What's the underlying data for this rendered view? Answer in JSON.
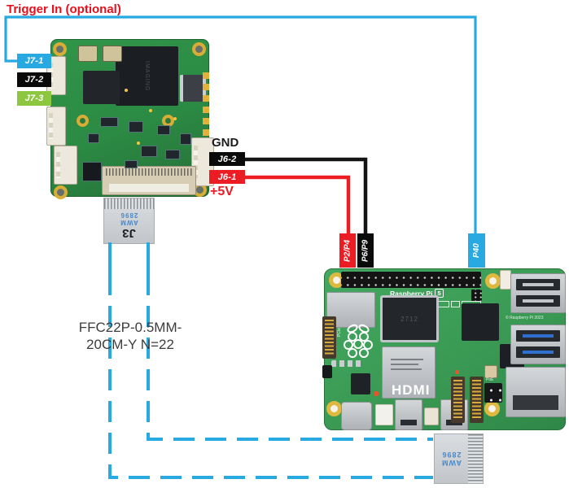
{
  "colors": {
    "wire_blue": "#29a9e1",
    "wire_red": "#ec1c24",
    "wire_black": "#141414",
    "label_green": "#8dc63f",
    "trigger_text_red": "#e8101c",
    "camera_board_green": "#2e9147",
    "pi_board_green": "#3fa45c"
  },
  "annotations": {
    "trigger": "Trigger In (optional)",
    "gnd": "GND",
    "plus_5v": "+5V",
    "cable_note_line1": "FFC22P-0.5MM-",
    "cable_note_line2": "20CM-Y N=22"
  },
  "pin_labels": {
    "j7_1": "J7-1",
    "j7_2": "J7-2",
    "j7_3": "J7-3",
    "j6_2": "J6-2",
    "j6_1": "J6-1",
    "p2_p4": "P2/P4",
    "p6_p9": "P6/P9",
    "p40": "P40"
  },
  "camera_board": {
    "chip_marking": "IMAGING",
    "ffc_connector_label": "J3",
    "cable_marking_line1": "AWM",
    "cable_marking_line2": "2896"
  },
  "raspberry_pi": {
    "title": "Raspberry Pi",
    "model": "5",
    "chip_marking": "2712",
    "hdmi_logo": "HDMI",
    "copyright": "© Raspberry Pi 2023",
    "poe_label": "PoE",
    "pcie_label": "PCIe"
  },
  "bottom_cable": {
    "marking_line1": "AWM",
    "marking_line2": "2896"
  }
}
